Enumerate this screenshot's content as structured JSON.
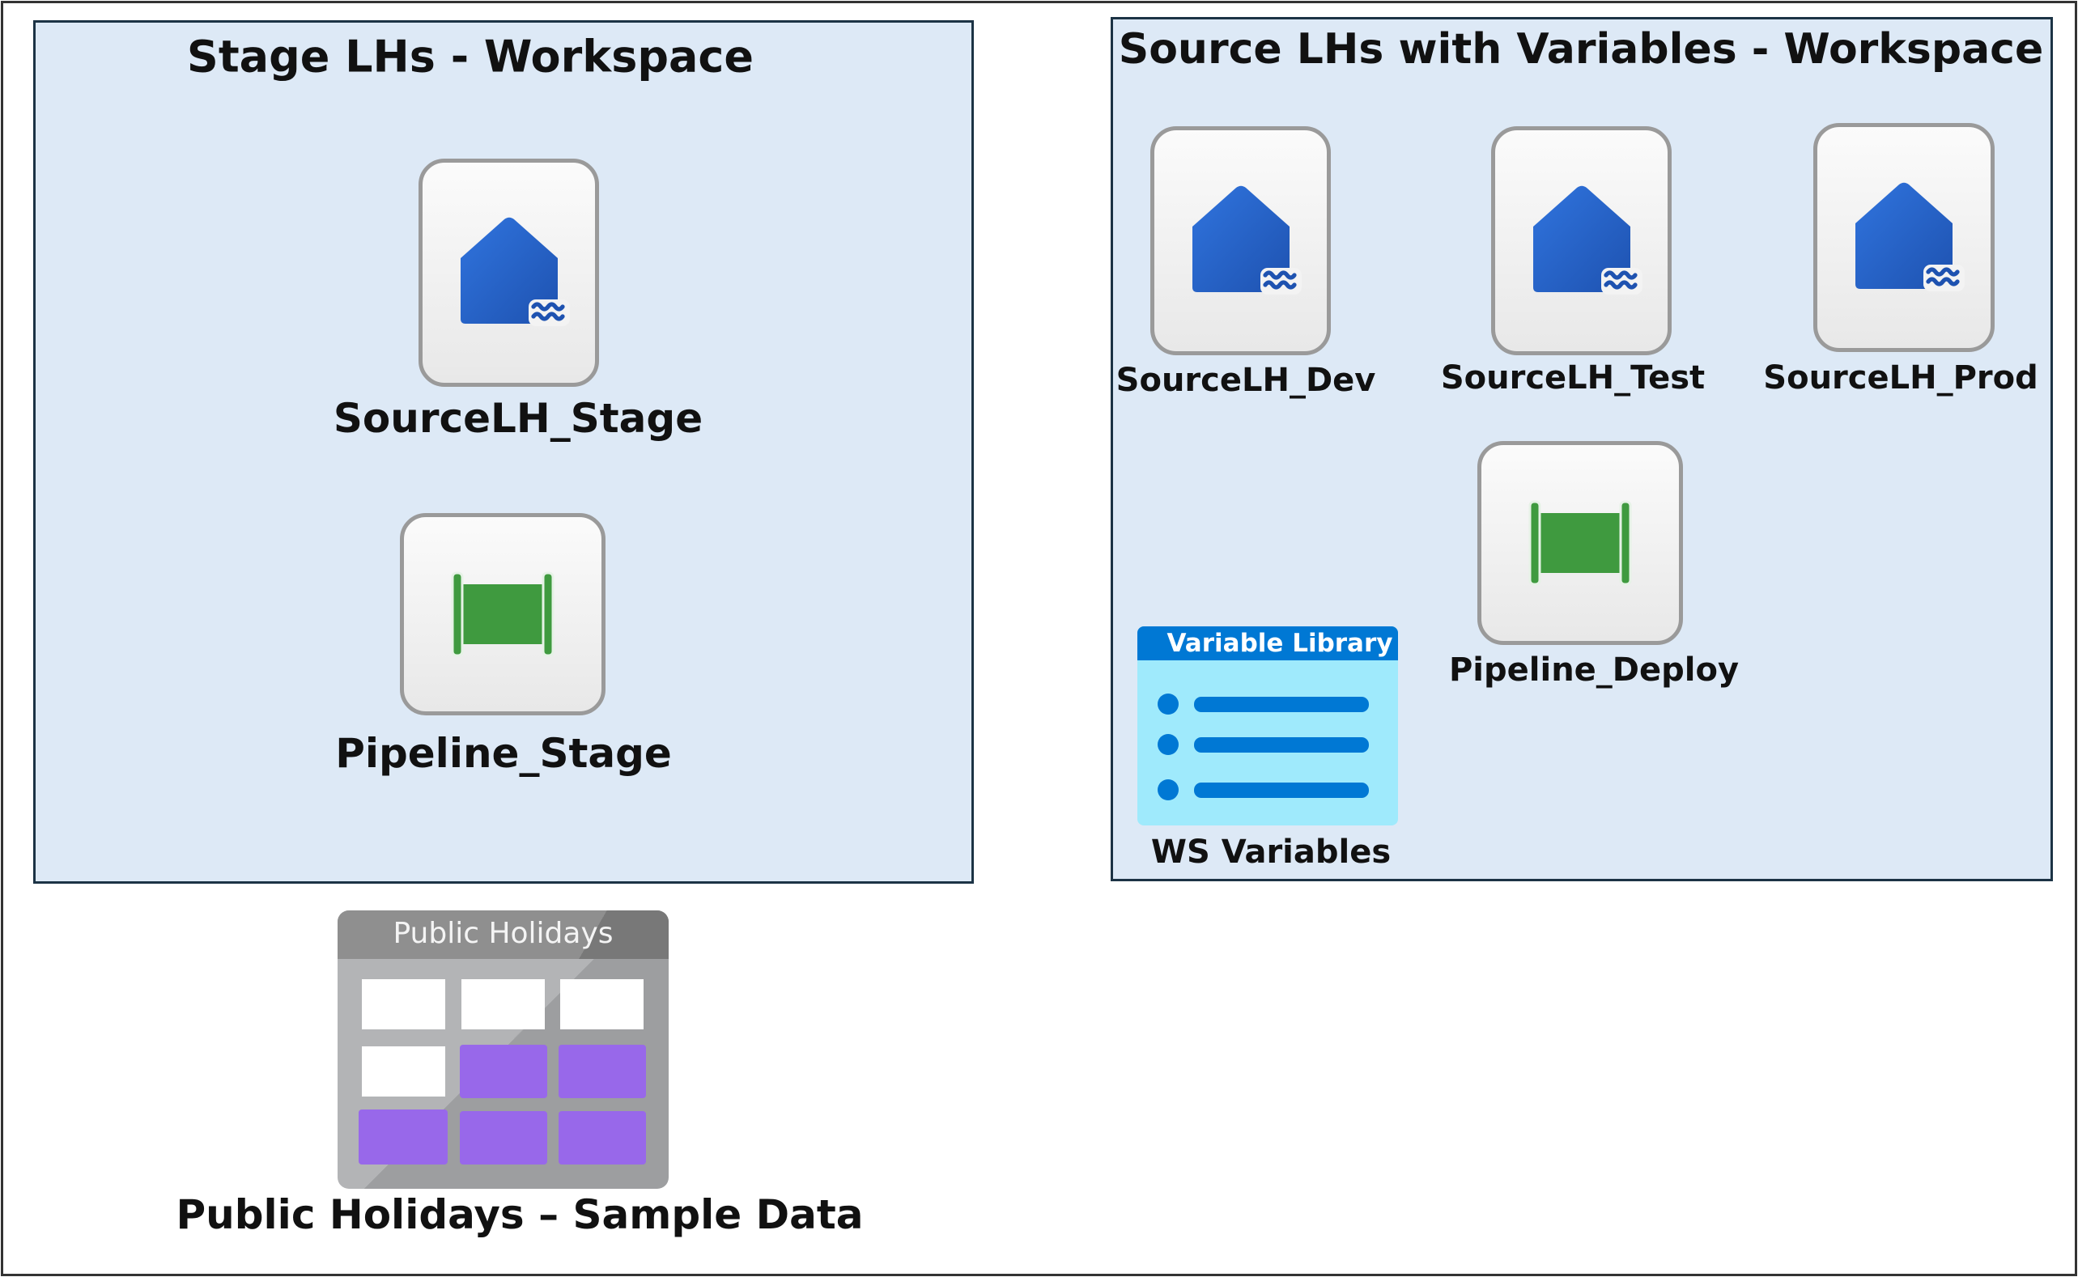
{
  "left_workspace": {
    "title": "Stage LHs - Workspace",
    "items": [
      {
        "label": "SourceLH_Stage",
        "icon": "lakehouse-icon"
      },
      {
        "label": "Pipeline_Stage",
        "icon": "pipeline-icon"
      }
    ]
  },
  "right_workspace": {
    "title": "Source LHs with Variables - Workspace",
    "items": [
      {
        "label": "SourceLH_Dev",
        "icon": "lakehouse-icon"
      },
      {
        "label": "SourceLH_Test",
        "icon": "lakehouse-icon"
      },
      {
        "label": "SourceLH_Prod",
        "icon": "lakehouse-icon"
      },
      {
        "label": "Pipeline_Deploy",
        "icon": "pipeline-icon"
      },
      {
        "label": "WS Variables",
        "icon": "variable-library-icon",
        "icon_header": "Variable Library"
      }
    ]
  },
  "sample_data": {
    "label": "Public Holidays – Sample Data",
    "icon_header": "Public Holidays",
    "icon": "table-icon"
  },
  "colors": {
    "workspace_bg": "#dde9f6",
    "lakehouse_blue": "#2a62cc",
    "pipeline_green": "#3f9a3f",
    "variable_library_blue": "#0078d4",
    "sample_purple": "#9868ea"
  }
}
